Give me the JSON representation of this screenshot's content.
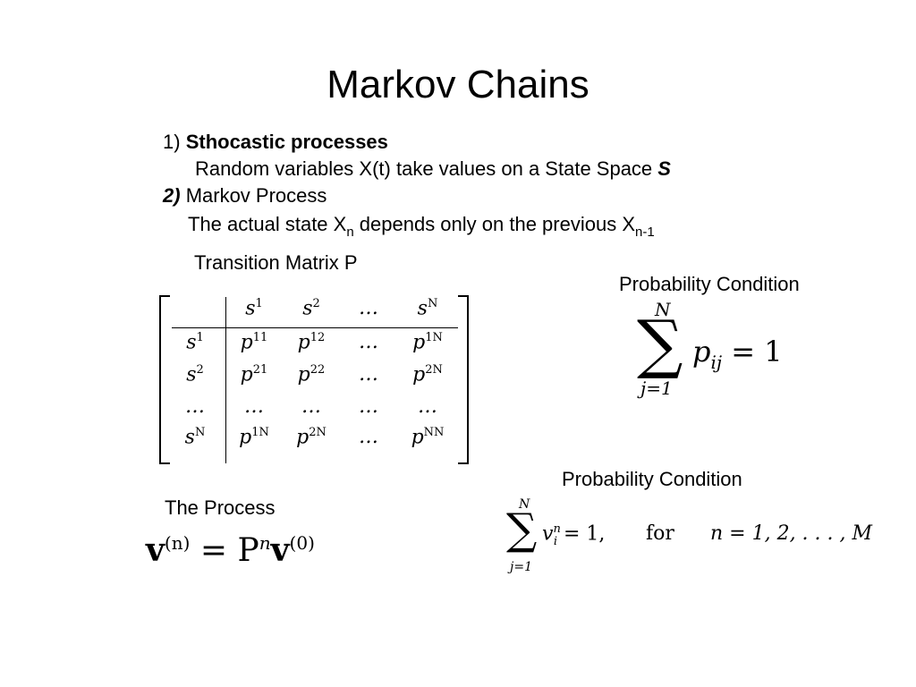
{
  "title": "Markov Chains",
  "item1": {
    "num": "1)",
    "heading": "Sthocastic processes"
  },
  "item1_desc": {
    "text": "Random variables X(t) take values on a State Space",
    "symbol": "S"
  },
  "item2": {
    "num": "2)",
    "heading": "Markov Process"
  },
  "item2_desc": {
    "text1": "The actual state X",
    "sub1": "n",
    "text2": " depends only on the previous X",
    "sub2": "n-1"
  },
  "transition_label": "Transition Matrix P",
  "matrix": {
    "header": [
      "",
      "s",
      "s",
      "…",
      "s"
    ],
    "header_sup": [
      "",
      "1",
      "2",
      "",
      "N"
    ],
    "rows": [
      {
        "cells": [
          "s",
          "p",
          "p",
          "…",
          "p"
        ],
        "sups": [
          "1",
          "11",
          "12",
          "",
          "1N"
        ]
      },
      {
        "cells": [
          "s",
          "p",
          "p",
          "…",
          "p"
        ],
        "sups": [
          "2",
          "21",
          "22",
          "",
          "2N"
        ]
      },
      {
        "cells": [
          "…",
          "…",
          "…",
          "…",
          "…"
        ],
        "sups": [
          "",
          "",
          "",
          "",
          ""
        ]
      },
      {
        "cells": [
          "s",
          "p",
          "p",
          "…",
          "p"
        ],
        "sups": [
          "N",
          "1N",
          "2N",
          "",
          "NN"
        ]
      }
    ]
  },
  "prob_cond_1": {
    "label": "Probability Condition",
    "upper": "N",
    "lower": "j=1",
    "term": "p",
    "term_sub": "ij",
    "rhs": "= 1"
  },
  "prob_cond_2": {
    "label": "Probability Condition",
    "upper": "N",
    "lower": "j=1",
    "term": "v",
    "term_sup": "n",
    "term_sub": "i",
    "rhs": "= 1,",
    "for": "for",
    "range": "n = 1, 2, . . . , M"
  },
  "process": {
    "label": "The Process",
    "lhs": "v",
    "lhs_sup": "(n)",
    "eq": "=",
    "P": "P",
    "P_sup": "n",
    "rhs": "v",
    "rhs_sup": "(0)"
  }
}
